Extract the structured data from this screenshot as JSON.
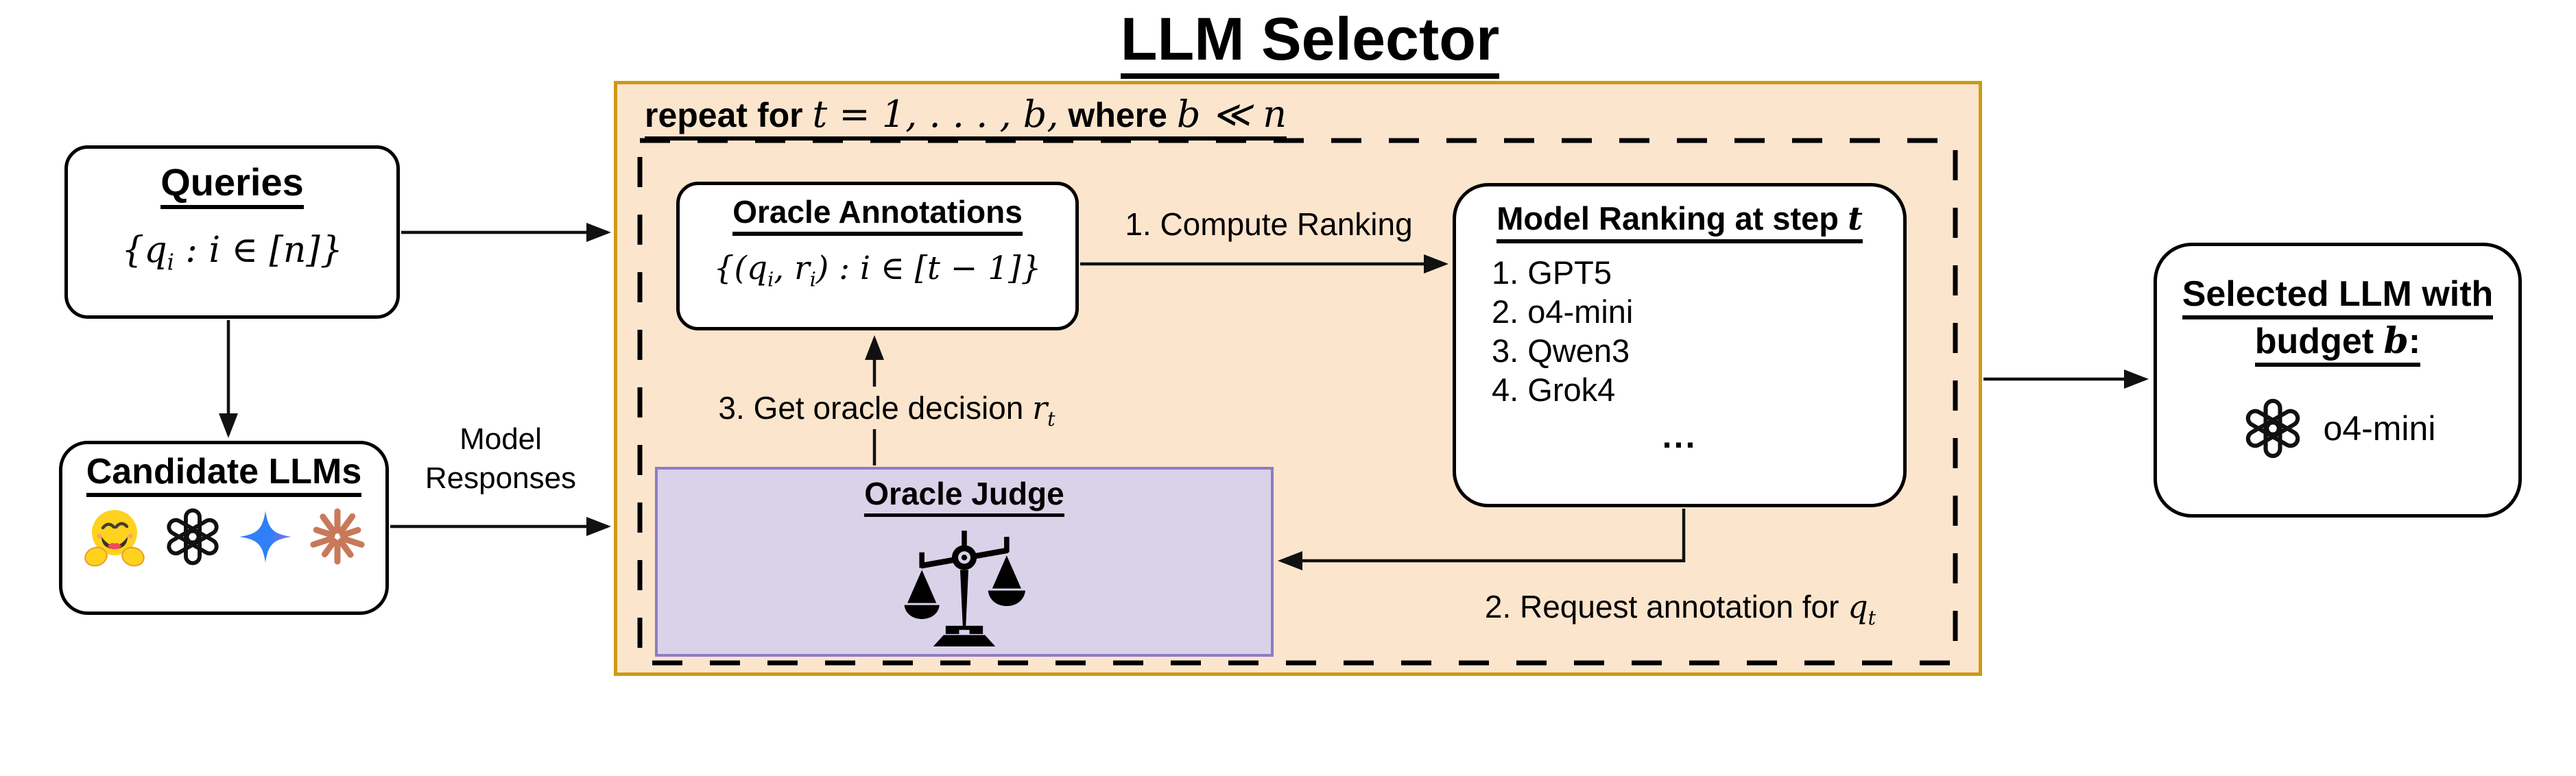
{
  "diagram_title": "LLM Selector",
  "queries_box": {
    "title": "Queries",
    "math_pre": "{q",
    "math_sub": "i",
    "math_post": " : i ∈ [n]}"
  },
  "candidates_box": {
    "title": "Candidate LLMs",
    "icons": [
      "hugging-face",
      "openai",
      "gemini",
      "anthropic"
    ]
  },
  "labels": {
    "model_responses": "Model Responses",
    "compute_ranking": "1. Compute Ranking",
    "request_annotation_pre": "2. Request annotation for ",
    "request_annotation_var": "q",
    "request_annotation_sub": "t",
    "oracle_decision_pre": "3. Get oracle decision ",
    "oracle_decision_var": "r",
    "oracle_decision_sub": "t"
  },
  "selector_panel": {
    "repeat_bold_1": "repeat for ",
    "repeat_math_1": "t = 1, . . . , b,",
    "repeat_bold_2": " where ",
    "repeat_math_2": "b ≪ n"
  },
  "annotations_box": {
    "title": "Oracle Annotations",
    "math_p1": "{(q",
    "math_s1": "i",
    "math_p2": ", r",
    "math_s2": "i",
    "math_p3": ") : i ∈ [t − 1]}"
  },
  "ranking_box": {
    "title_pre": "Model Ranking at step ",
    "title_var": "t",
    "items": [
      "1. GPT5",
      "2. o4-mini",
      "3. Qwen3",
      "4. Grok4"
    ],
    "ellipsis": "..."
  },
  "judge_box": {
    "title": "Oracle Judge"
  },
  "selected_box": {
    "title_line1": "Selected LLM with",
    "title_line2_pre": "budget ",
    "title_line2_var": "b",
    "title_line2_post": ":",
    "model_name": "o4-mini"
  },
  "colors": {
    "panel_fill": "#FCE5CD",
    "panel_border": "#CC9A12",
    "judge_fill": "#D9D2E9",
    "judge_border": "#8E7CC3",
    "arrow": "#111111",
    "hugging_face_yellow": "#FFD21E",
    "gemini_blue": "#2F80F7",
    "gemini_violet": "#8A6CF6",
    "anthropic_salmon": "#C8795B",
    "text": "#000000"
  }
}
